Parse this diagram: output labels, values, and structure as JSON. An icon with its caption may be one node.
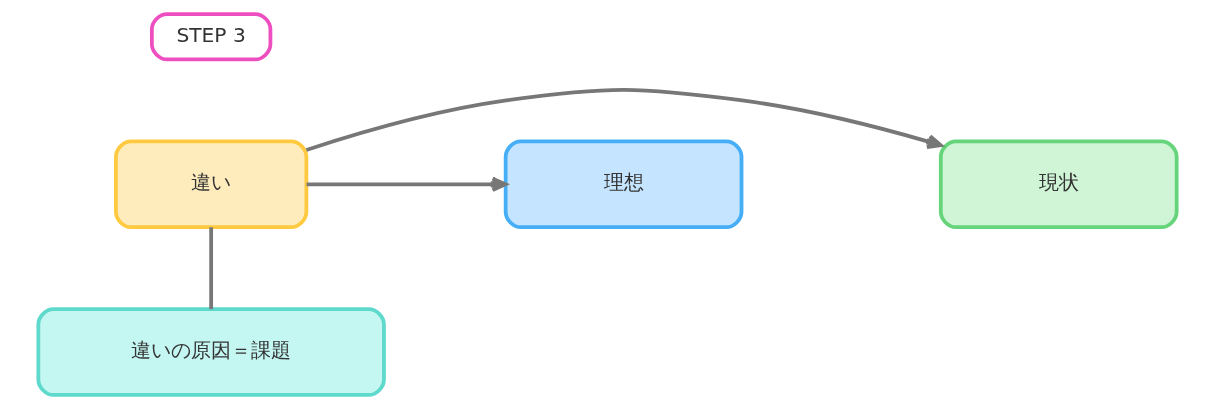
{
  "diagram": {
    "nodes": [
      {
        "text": [
          "STEP 3"
        ]
      },
      {
        "text": [
          "現状"
        ]
      },
      {
        "text": [
          "違い"
        ]
      },
      {
        "text": [
          "理想"
        ]
      },
      {
        "text": [
          "違いの原因＝課題"
        ]
      }
    ],
    "edges": [
      {
        "from": 2,
        "to": 1,
        "arrow": "to"
      },
      {
        "from": 2,
        "to": 3,
        "arrow": "to"
      },
      {
        "from": 2,
        "to": 4,
        "arrow": "none"
      }
    ]
  }
}
